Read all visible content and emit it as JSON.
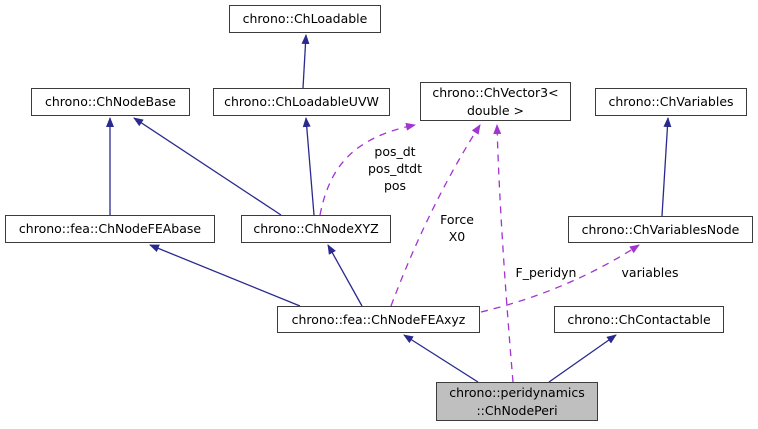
{
  "diagram_title": "chrono::peridynamics::ChNodePeri collaboration diagram",
  "colors": {
    "background": "#ffffff",
    "inheritance_edge": "#2a2a8e",
    "usage_edge": "#a234d0",
    "node_border": "#3c3c3c",
    "node_fill": "#ffffff",
    "highlight_fill": "#bfbfbf",
    "text": "#000000"
  },
  "nodes": [
    {
      "id": "chloadable",
      "label": "chrono::ChLoadable"
    },
    {
      "id": "chnodebase",
      "label": "chrono::ChNodeBase"
    },
    {
      "id": "chloadableuvw",
      "label": "chrono::ChLoadableUVW"
    },
    {
      "id": "chvector3",
      "label": "chrono::ChVector3<\ndouble >"
    },
    {
      "id": "chvariables",
      "label": "chrono::ChVariables"
    },
    {
      "id": "chnodefeabase",
      "label": "chrono::fea::ChNodeFEAbase"
    },
    {
      "id": "chnodexyz",
      "label": "chrono::ChNodeXYZ"
    },
    {
      "id": "chvariablesnode",
      "label": "chrono::ChVariablesNode"
    },
    {
      "id": "chnodefeaxyz",
      "label": "chrono::fea::ChNodeFEAxyz"
    },
    {
      "id": "chcontactable",
      "label": "chrono::ChContactable"
    },
    {
      "id": "chnodeperi",
      "label": "chrono::peridynamics\n::ChNodePeri",
      "highlighted": true
    }
  ],
  "edge_labels": [
    {
      "id": "pos-members",
      "text": "pos_dt\npos_dtdt\npos"
    },
    {
      "id": "force-members",
      "text": "Force\nX0"
    },
    {
      "id": "f-peridyn",
      "text": "F_peridyn"
    },
    {
      "id": "variables",
      "text": "variables"
    }
  ]
}
